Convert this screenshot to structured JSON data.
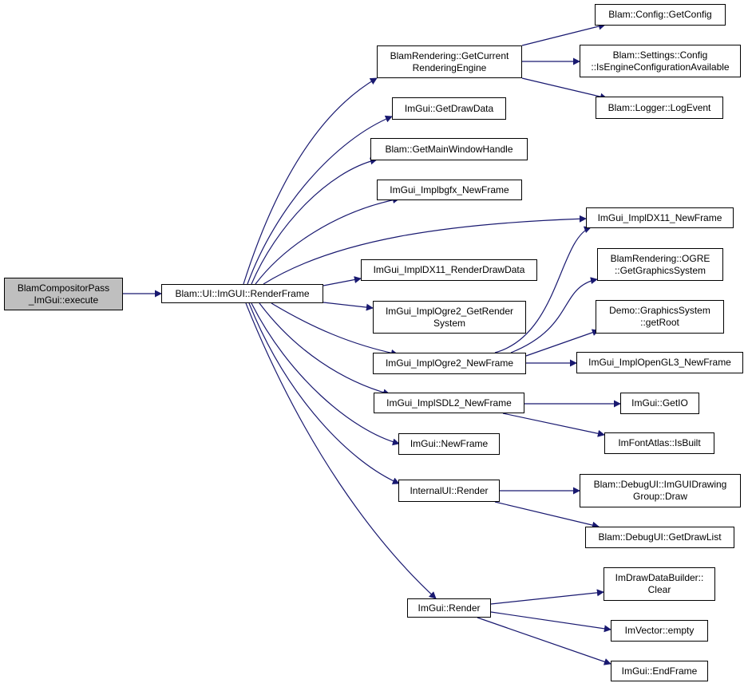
{
  "colors": {
    "edge": "#191970",
    "root_fill": "#bfbfbf",
    "node_border": "#000000"
  },
  "nodes": {
    "execute": "BlamCompositorPass\n_ImGui::execute",
    "render_frame": "Blam::UI::ImGUI::RenderFrame",
    "get_current_rendering_engine": "BlamRendering::GetCurrent\nRenderingEngine",
    "get_draw_data": "ImGui::GetDrawData",
    "get_main_window_handle": "Blam::GetMainWindowHandle",
    "impl_bgfx_new_frame": "ImGui_Implbgfx_NewFrame",
    "impl_dx11_render_draw_data": "ImGui_ImplDX11_RenderDrawData",
    "impl_ogre2_get_render_system": "ImGui_ImplOgre2_GetRender\nSystem",
    "impl_ogre2_new_frame": "ImGui_ImplOgre2_NewFrame",
    "impl_sdl2_new_frame": "ImGui_ImplSDL2_NewFrame",
    "imgui_new_frame": "ImGui::NewFrame",
    "internal_ui_render": "InternalUI::Render",
    "imgui_render": "ImGui::Render",
    "get_config": "Blam::Config::GetConfig",
    "is_engine_configuration_available": "Blam::Settings::Config\n::IsEngineConfigurationAvailable",
    "log_event": "Blam::Logger::LogEvent",
    "impl_dx11_new_frame": "ImGui_ImplDX11_NewFrame",
    "ogre_get_graphics_system": "BlamRendering::OGRE\n::GetGraphicsSystem",
    "graphics_system_get_root": "Demo::GraphicsSystem\n::getRoot",
    "impl_opengl3_new_frame": "ImGui_ImplOpenGL3_NewFrame",
    "get_io": "ImGui::GetIO",
    "font_atlas_is_built": "ImFontAtlas::IsBuilt",
    "imgui_drawing_group_draw": "Blam::DebugUI::ImGUIDrawing\nGroup::Draw",
    "get_draw_list": "Blam::DebugUI::GetDrawList",
    "draw_data_builder_clear": "ImDrawDataBuilder::\nClear",
    "imvector_empty": "ImVector::empty",
    "imgui_end_frame": "ImGui::EndFrame"
  }
}
